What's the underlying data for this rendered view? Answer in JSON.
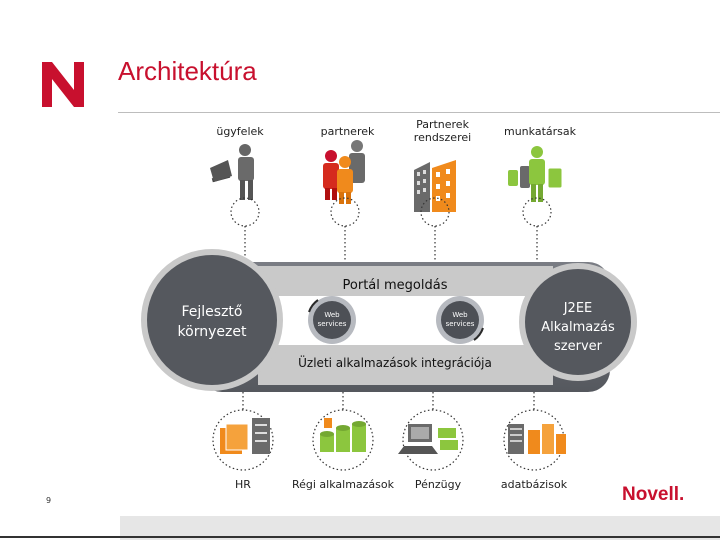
{
  "title": "Architektúra",
  "top_labels": {
    "ugyfelek": "ügyfelek",
    "partnerek": "partnerek",
    "partnerek_rendszerei_line1": "Partnerek",
    "partnerek_rendszerei_line2": "rendszerei",
    "munkatarsak": "munkatársak"
  },
  "portal": "Portál megoldás",
  "left_circle_line1": "Fejlesztő",
  "left_circle_line2": "környezet",
  "right_circle_line1": "J2EE",
  "right_circle_line2": "Alkalmazás",
  "right_circle_line3": "szerver",
  "web_services_left_line1": "Web",
  "web_services_left_line2": "services",
  "web_services_right_line1": "Web",
  "web_services_right_line2": "services",
  "integration": "Üzleti alkalmazások integrációja",
  "bottom_labels": {
    "hr": "HR",
    "regi": "Régi alkalmazások",
    "penzugy": "Pénzügy",
    "adatbazisok": "adatbázisok"
  },
  "slide_number": "9",
  "brand": "Novell.",
  "colors": {
    "accent_red": "#c8102e",
    "band_gray": "#6b6e75",
    "band_light": "#c9c9c9",
    "orange": "#f08a1c",
    "green": "#8cc63e"
  }
}
